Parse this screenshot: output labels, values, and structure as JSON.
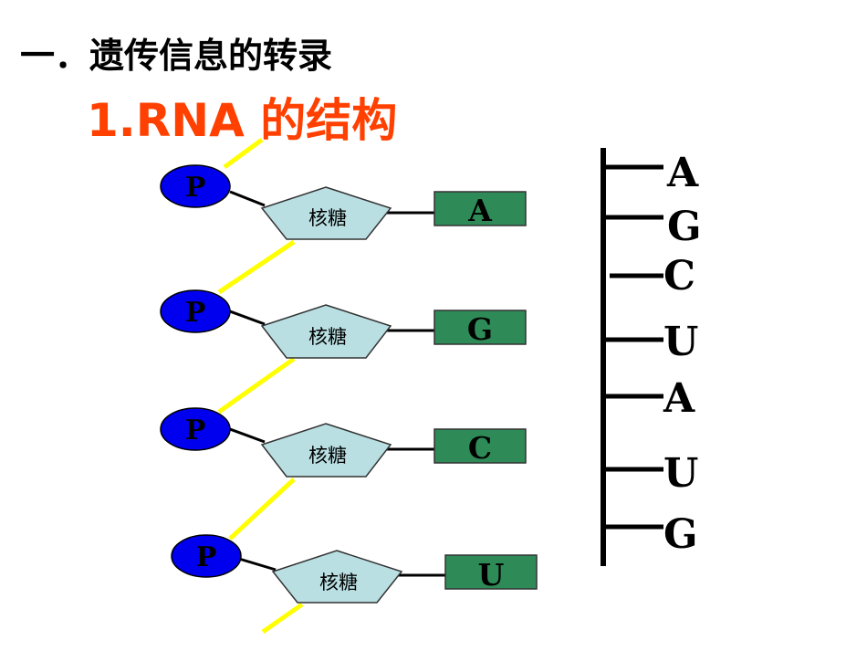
{
  "heading": {
    "title": "一．遗传信息的转录",
    "subtitle": "1.RNA 的结构"
  },
  "nucleotides": [
    {
      "phosphate": "P",
      "sugar": "核糖",
      "base": "A"
    },
    {
      "phosphate": "P",
      "sugar": "核糖",
      "base": "G"
    },
    {
      "phosphate": "P",
      "sugar": "核糖",
      "base": "C"
    },
    {
      "phosphate": "P",
      "sugar": "核糖",
      "base": "U"
    }
  ],
  "strand_bases": [
    "A",
    "G",
    "C",
    "U",
    "A",
    "U",
    "G"
  ],
  "colors": {
    "title": "#000000",
    "subtitle": "#ff4000",
    "phosphate_fill": "#0000ee",
    "sugar_fill": "#b9dfe2",
    "base_fill": "#2e8b57",
    "backbone_link": "#ffff00",
    "bond": "#000000"
  }
}
